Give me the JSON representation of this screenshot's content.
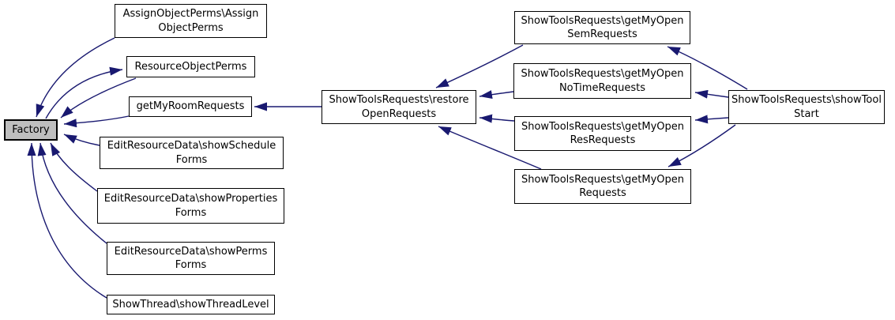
{
  "diagram": {
    "kind": "call-graph",
    "background_color": "#ffffff",
    "edge_color": "#191970",
    "box_border_color": "#000000",
    "box_fill": "#ffffff",
    "focus_box_fill": "#bfbfbf",
    "nodes": {
      "factory": {
        "label": "Factory",
        "focused": true
      },
      "assign_object_perms": {
        "label": "AssignObjectPerms\\Assign\nObjectPerms"
      },
      "resource_object_perms": {
        "label": "ResourceObjectPerms"
      },
      "get_my_room_requests": {
        "label": "getMyRoomRequests"
      },
      "show_schedule_forms": {
        "label": "EditResourceData\\showSchedule\nForms"
      },
      "show_properties_forms": {
        "label": "EditResourceData\\showProperties\nForms"
      },
      "show_perms_forms": {
        "label": "EditResourceData\\showPerms\nForms"
      },
      "show_thread_level": {
        "label": "ShowThread\\showThreadLevel"
      },
      "restore_open_requests": {
        "label": "ShowToolsRequests\\restore\nOpenRequests"
      },
      "get_my_open_sem_requests": {
        "label": "ShowToolsRequests\\getMyOpen\nSemRequests"
      },
      "get_my_open_no_time_requests": {
        "label": "ShowToolsRequests\\getMyOpen\nNoTimeRequests"
      },
      "get_my_open_res_requests": {
        "label": "ShowToolsRequests\\getMyOpen\nResRequests"
      },
      "get_my_open_requests": {
        "label": "ShowToolsRequests\\getMyOpen\nRequests"
      },
      "show_tool_start": {
        "label": "ShowToolsRequests\\showTool\nStart"
      }
    },
    "edges": [
      {
        "from": "assign_object_perms",
        "to": "factory"
      },
      {
        "from": "resource_object_perms",
        "to": "factory"
      },
      {
        "from": "factory",
        "to": "resource_object_perms"
      },
      {
        "from": "get_my_room_requests",
        "to": "factory"
      },
      {
        "from": "show_schedule_forms",
        "to": "factory"
      },
      {
        "from": "show_properties_forms",
        "to": "factory"
      },
      {
        "from": "show_perms_forms",
        "to": "factory"
      },
      {
        "from": "show_thread_level",
        "to": "factory"
      },
      {
        "from": "restore_open_requests",
        "to": "get_my_room_requests"
      },
      {
        "from": "get_my_open_sem_requests",
        "to": "restore_open_requests"
      },
      {
        "from": "get_my_open_no_time_requests",
        "to": "restore_open_requests"
      },
      {
        "from": "get_my_open_res_requests",
        "to": "restore_open_requests"
      },
      {
        "from": "get_my_open_requests",
        "to": "restore_open_requests"
      },
      {
        "from": "show_tool_start",
        "to": "get_my_open_sem_requests"
      },
      {
        "from": "show_tool_start",
        "to": "get_my_open_no_time_requests"
      },
      {
        "from": "show_tool_start",
        "to": "get_my_open_res_requests"
      },
      {
        "from": "show_tool_start",
        "to": "get_my_open_requests"
      }
    ]
  }
}
